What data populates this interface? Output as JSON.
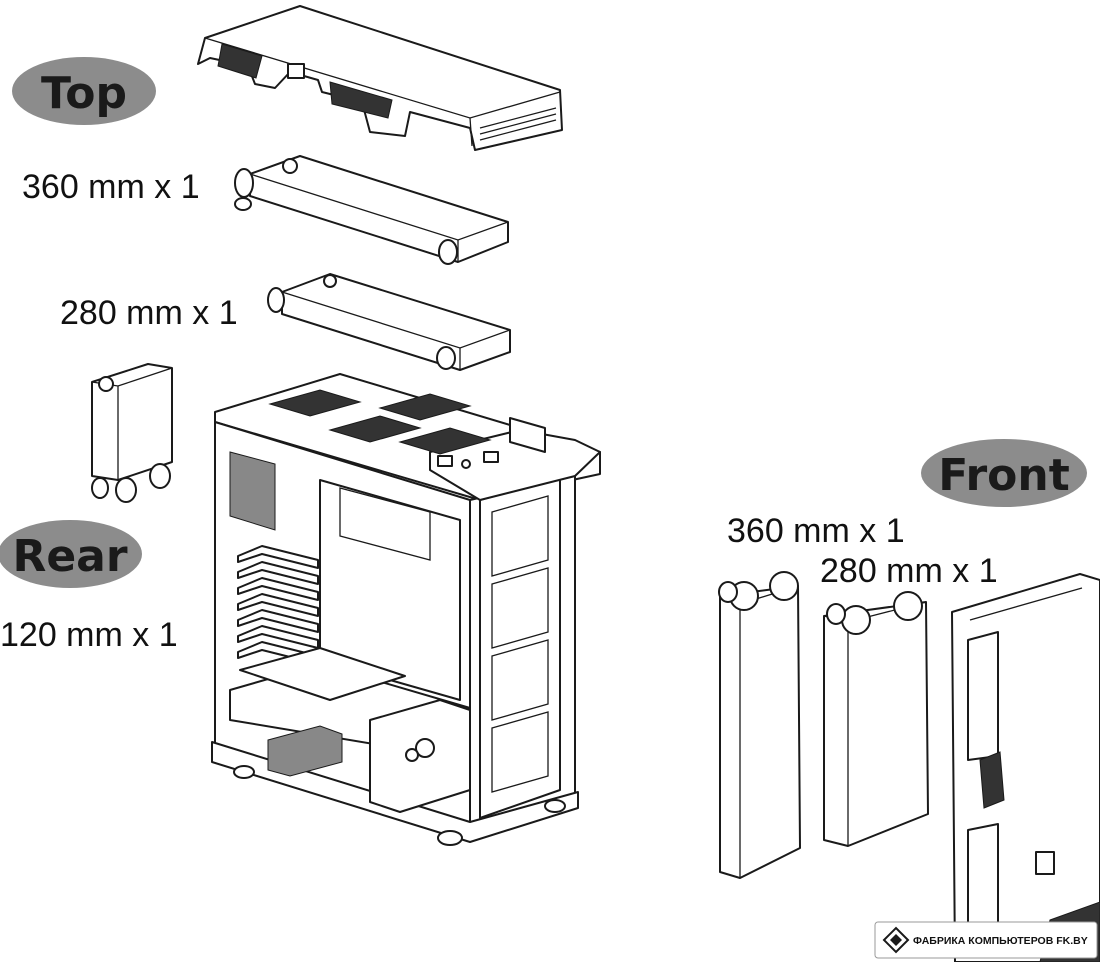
{
  "labels": {
    "top": "Top",
    "rear": "Rear",
    "front": "Front"
  },
  "captions": {
    "top_360": "360 mm x 1",
    "top_280": "280 mm x 1",
    "rear_120": "120 mm x 1",
    "front_360": "360 mm x 1",
    "front_280": "280 mm x 1"
  },
  "watermark": {
    "text": "ФАБРИКА КОМПЬЮТЕРОВ FK.BY"
  },
  "colors": {
    "pill_fill": "#8c8c8c",
    "line": "#1a1a1a",
    "background": "#ffffff"
  }
}
